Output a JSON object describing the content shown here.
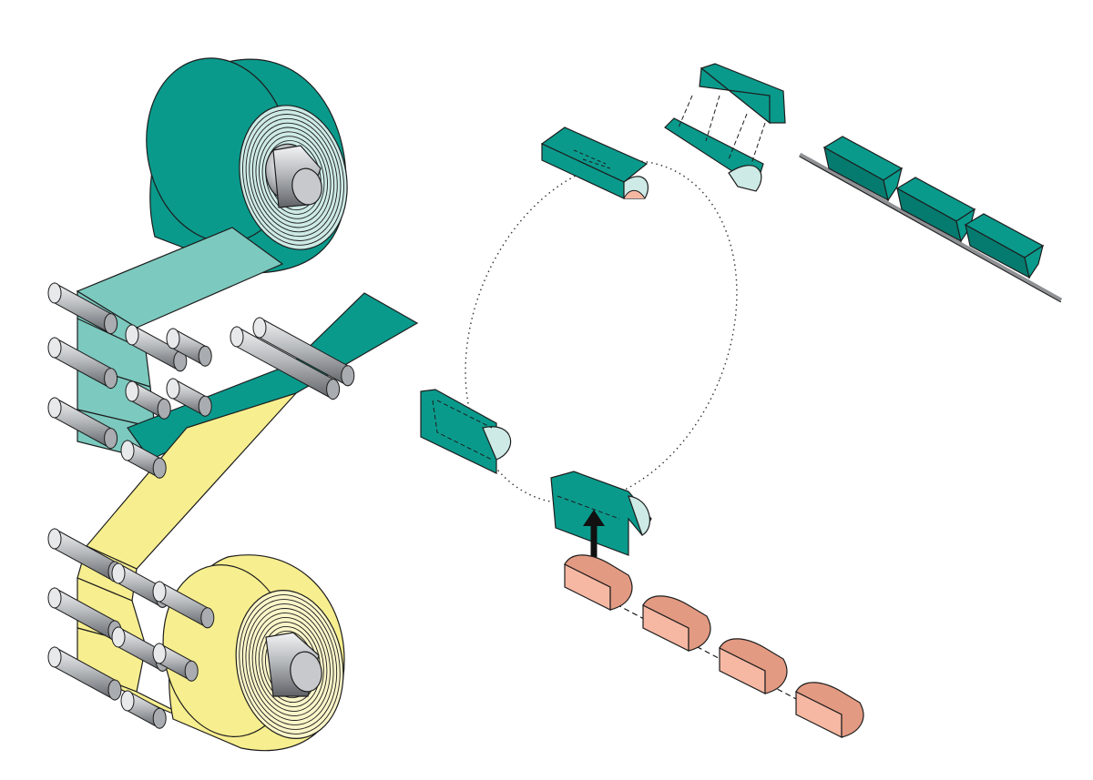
{
  "colors": {
    "background": "#ffffff",
    "teal": "#0a9a8c",
    "teal_light": "#7cc9bf",
    "teal_pale": "#cdeae6",
    "teal_dark": "#057a6f",
    "yellow": "#f7ee8f",
    "yellow_pale": "#fbf6c9",
    "salmon": "#f6b8a3",
    "salmon_dark": "#e39a82",
    "steel": "#a9acb0",
    "steel_light": "#e8e9eb",
    "steel_dark": "#6d7075",
    "outline": "#1d1d1d",
    "conveyor": "#8f9195"
  },
  "components": {
    "wrapper_roll": "teal-film-roll",
    "base_roll": "yellow-film-roll",
    "guide_rollers": "steel-guide-rollers",
    "forming_cycle": "rotary-forming-cycle",
    "products": "salmon-product-pieces",
    "output": "wrapped-products-on-conveyor"
  }
}
